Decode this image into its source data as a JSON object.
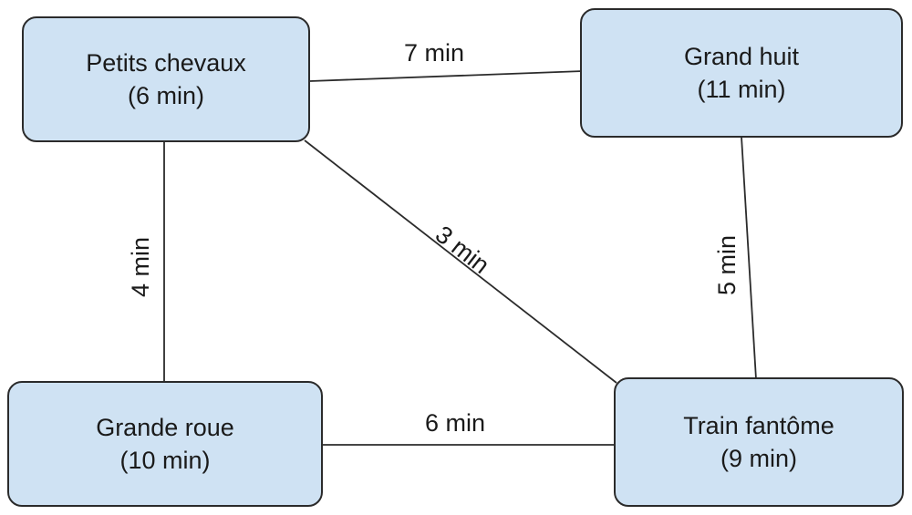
{
  "nodes": {
    "petits_chevaux": {
      "name": "Petits chevaux",
      "duration": "(6 min)"
    },
    "grand_huit": {
      "name": "Grand huit",
      "duration": "(11 min)"
    },
    "grande_roue": {
      "name": "Grande roue",
      "duration": "(10 min)"
    },
    "train_fantome": {
      "name": "Train fantôme",
      "duration": "(9 min)"
    }
  },
  "edges": {
    "petits_chevaux_grand_huit": "7 min",
    "petits_chevaux_grande_roue": "4 min",
    "petits_chevaux_train_fantome": "3 min",
    "grand_huit_train_fantome": "5 min",
    "grande_roue_train_fantome": "6 min"
  },
  "colors": {
    "node_fill": "#cfe2f3",
    "node_border": "#2b2b2b",
    "edge": "#2b2b2b"
  }
}
